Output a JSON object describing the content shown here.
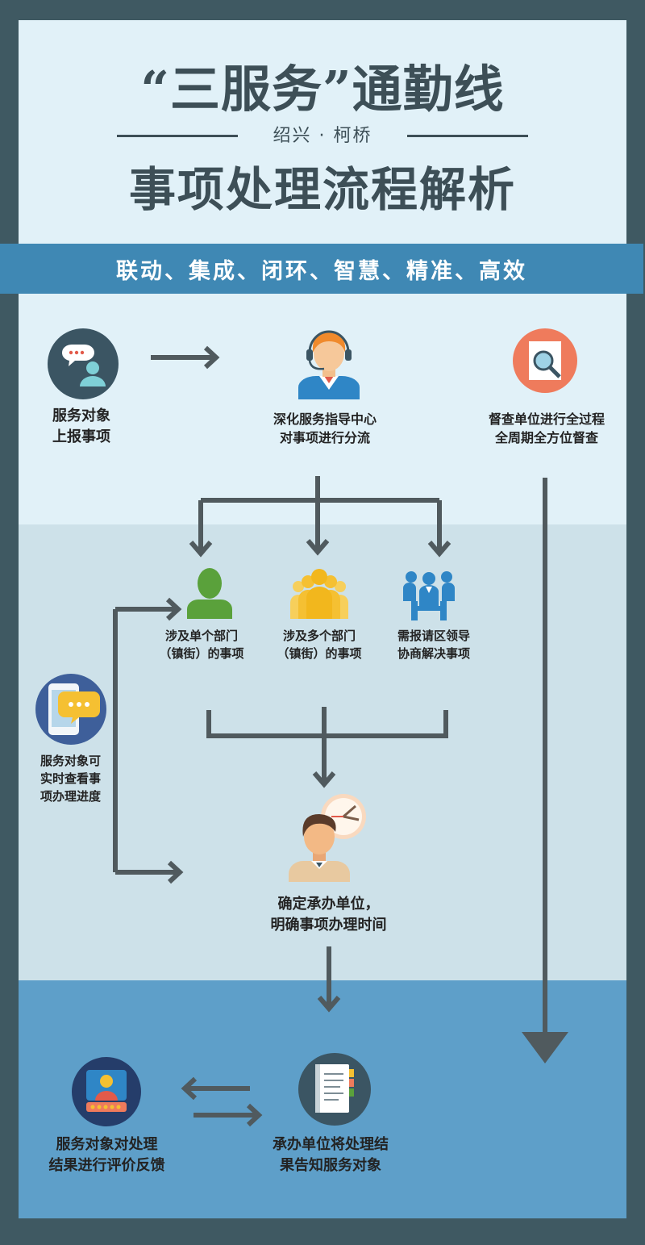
{
  "header": {
    "title": "“三服务”通勤线",
    "subtitle": "绍兴 · 柯桥",
    "title2": "事项处理流程解析"
  },
  "ribbon": {
    "text": "联动、集成、闭环、智慧、精准、高效"
  },
  "nodes": {
    "report": {
      "line1": "服务对象",
      "line2": "上报事项"
    },
    "center": {
      "line1": "深化服务指导中心",
      "line2": "对事项进行分流"
    },
    "supervise": {
      "line1": "督查单位进行全过程",
      "line2": "全周期全方位督查"
    },
    "single": {
      "line1": "涉及单个部门",
      "line2": "（镇街）的事项"
    },
    "multi": {
      "line1": "涉及多个部门",
      "line2": "（镇街）的事项"
    },
    "leader": {
      "line1": "需报请区领导",
      "line2": "协商解决事项"
    },
    "progress": {
      "line1": "服务对象可",
      "line2": "实时查看事",
      "line3": "项办理进度"
    },
    "assign": {
      "line1": "确定承办单位，",
      "line2": "明确事项办理时间"
    },
    "feedback": {
      "line1": "服务对象对处理",
      "line2": "结果进行评价反馈"
    },
    "notify": {
      "line1": "承办单位将处理结",
      "line2": "果告知服务对象"
    }
  },
  "colors": {
    "background": "#3f5962",
    "panel_top": "#e1f1f8",
    "panel_middle": "#cde1e9",
    "panel_bottom": "#5e9fc9",
    "ribbon": "#3f88b4",
    "arrow": "#505a5e",
    "green": "#5aa13b",
    "yellow": "#f5c032",
    "blue": "#2f86c6"
  }
}
